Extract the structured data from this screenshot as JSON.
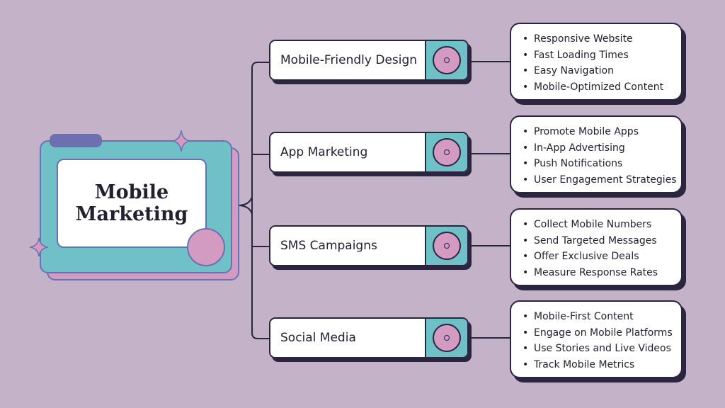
{
  "center": {
    "title": "Mobile\nMarketing"
  },
  "branches": [
    {
      "label": "Mobile-Friendly Design",
      "icon": "target-circle-icon",
      "items": [
        "Responsive Website",
        "Fast Loading Times",
        "Easy Navigation",
        "Mobile-Optimized Content"
      ]
    },
    {
      "label": "App Marketing",
      "icon": "target-circle-icon",
      "items": [
        "Promote Mobile Apps",
        "In-App Advertising",
        "Push Notifications",
        "User Engagement Strategies"
      ]
    },
    {
      "label": "SMS Campaigns",
      "icon": "target-circle-icon",
      "items": [
        "Collect Mobile Numbers",
        "Send Targeted Messages",
        "Offer Exclusive Deals",
        "Measure Response Rates"
      ]
    },
    {
      "label": "Social Media",
      "icon": "target-circle-icon",
      "items": [
        "Mobile-First Content",
        "Engage on Mobile Platforms",
        "Use Stories and Live Videos",
        "Track Mobile Metrics"
      ]
    }
  ],
  "colors": {
    "background": "#c4b3c8",
    "teal": "#70c0c8",
    "pink": "#d39bc2",
    "purple": "#6d70b0",
    "outline": "#2b2540"
  }
}
